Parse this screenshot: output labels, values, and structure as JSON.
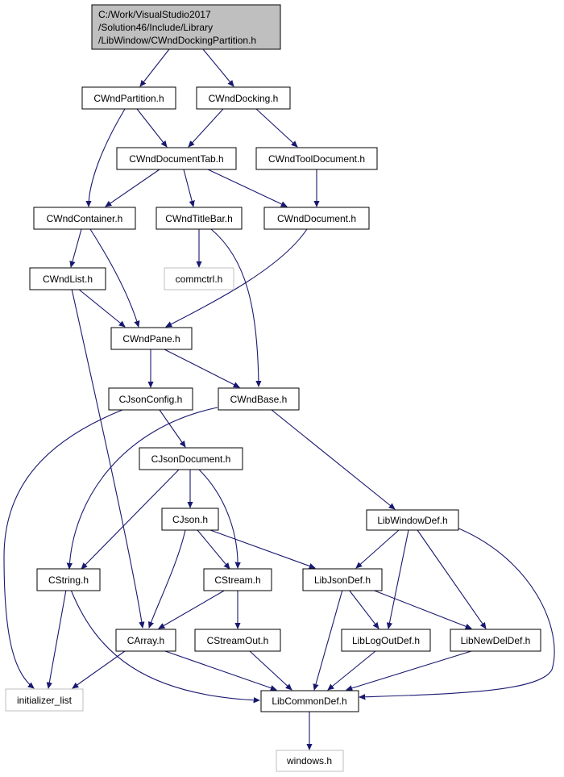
{
  "diagram": {
    "root": {
      "line1": "C:/Work/VisualStudio2017",
      "line2": "/Solution46/Include/Library",
      "line3": "/LibWindow/CWndDockingPartition.h"
    },
    "nodes": {
      "partition": "CWndPartition.h",
      "docking": "CWndDocking.h",
      "document_tab": "CWndDocumentTab.h",
      "tool_document": "CWndToolDocument.h",
      "container": "CWndContainer.h",
      "title_bar": "CWndTitleBar.h",
      "document": "CWndDocument.h",
      "commctrl": "commctrl.h",
      "list": "CWndList.h",
      "pane": "CWndPane.h",
      "json_config": "CJsonConfig.h",
      "wnd_base": "CWndBase.h",
      "json_document": "CJsonDocument.h",
      "json": "CJson.h",
      "lib_window_def": "LibWindowDef.h",
      "string": "CString.h",
      "stream": "CStream.h",
      "lib_json_def": "LibJsonDef.h",
      "array": "CArray.h",
      "stream_out": "CStreamOut.h",
      "lib_log_out_def": "LibLogOutDef.h",
      "lib_new_del_def": "LibNewDelDef.h",
      "initializer_list": "initializer_list",
      "lib_common_def": "LibCommonDef.h",
      "windows": "windows.h"
    },
    "colors": {
      "edge": "#191970",
      "root_fill": "#bfbfbf",
      "external_border": "#bfbfbf",
      "node_border": "#000000"
    }
  }
}
